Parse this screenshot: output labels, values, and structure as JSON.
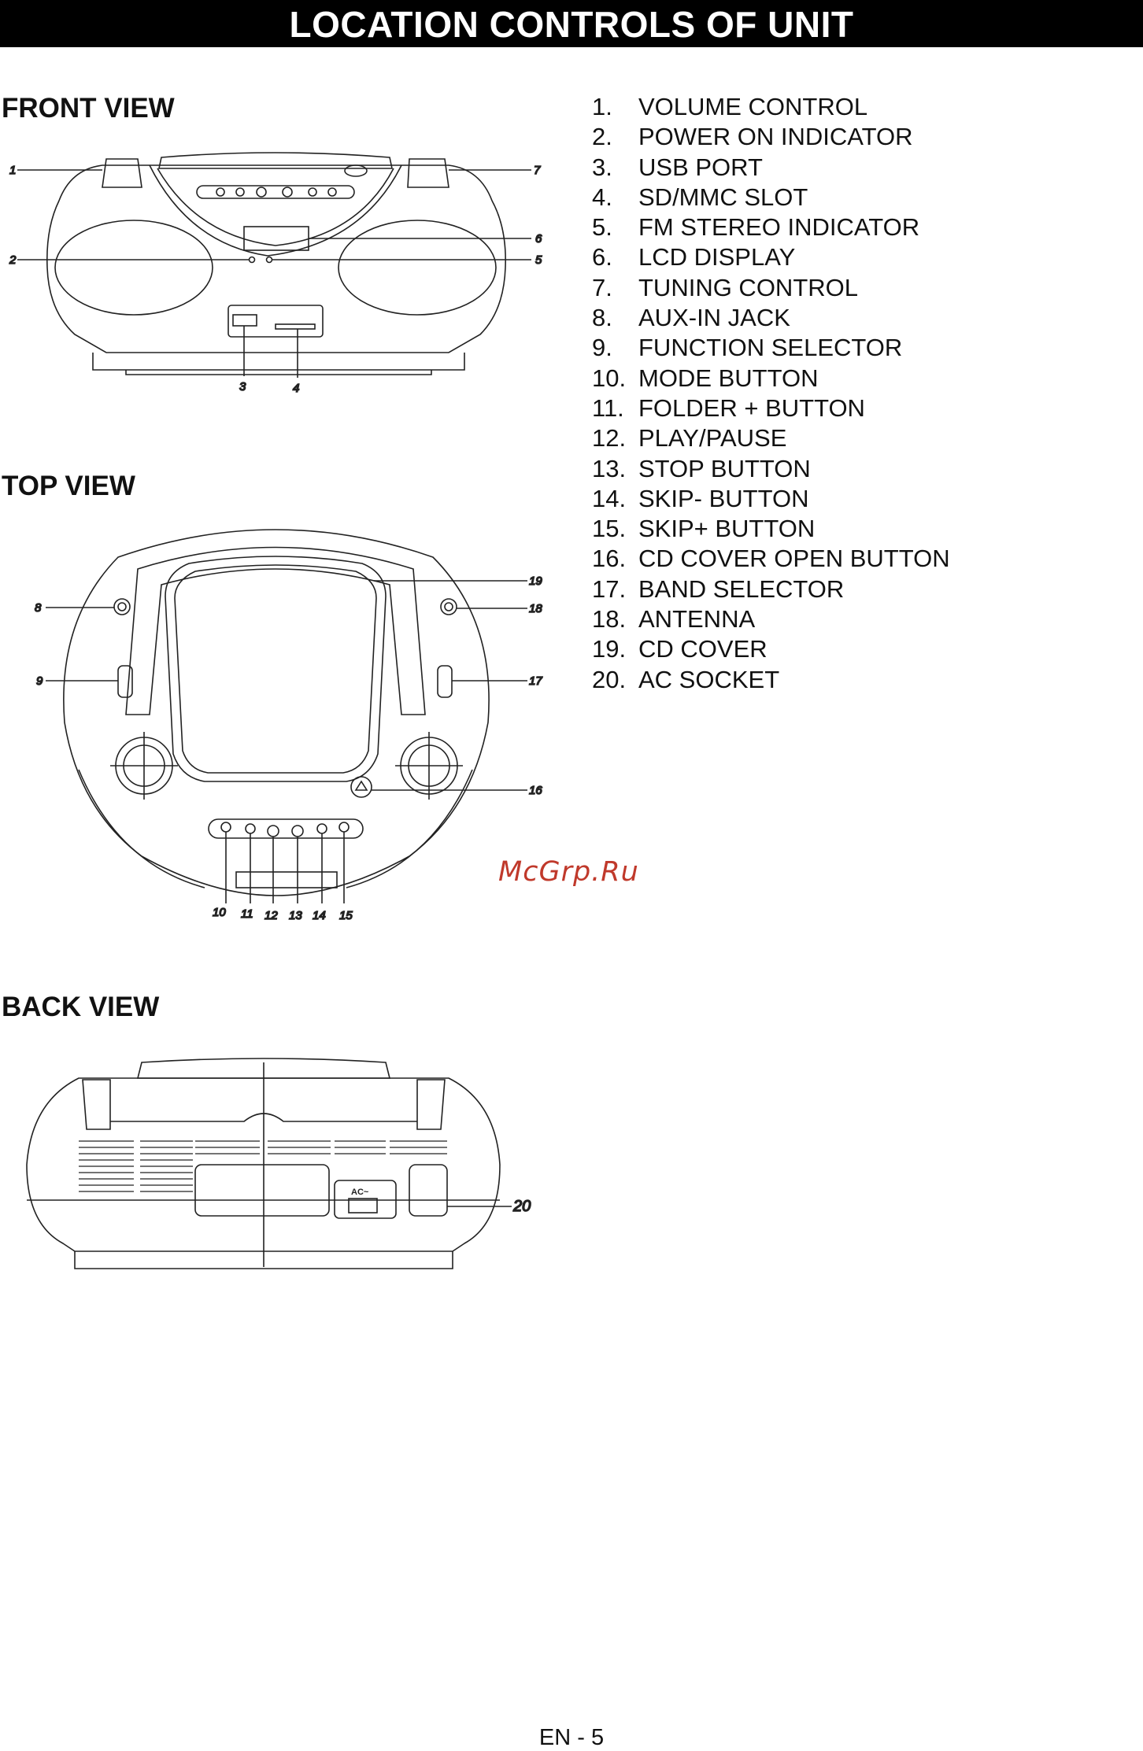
{
  "header": {
    "title": "LOCATION CONTROLS OF UNIT"
  },
  "sections": {
    "front": "FRONT VIEW",
    "top": "TOP VIEW",
    "back": "BACK VIEW"
  },
  "parts": [
    {
      "num": "1.",
      "label": "VOLUME CONTROL"
    },
    {
      "num": "2.",
      "label": "POWER ON INDICATOR"
    },
    {
      "num": "3.",
      "label": "USB PORT"
    },
    {
      "num": "4.",
      "label": "SD/MMC SLOT"
    },
    {
      "num": "5.",
      "label": "FM STEREO INDICATOR"
    },
    {
      "num": "6.",
      "label": "LCD DISPLAY"
    },
    {
      "num": "7.",
      "label": "TUNING CONTROL"
    },
    {
      "num": "8.",
      "label": "AUX-IN JACK"
    },
    {
      "num": "9.",
      "label": "FUNCTION SELECTOR"
    },
    {
      "num": "10.",
      "label": "MODE BUTTON"
    },
    {
      "num": "11.",
      "label": "FOLDER + BUTTON"
    },
    {
      "num": "12.",
      "label": "PLAY/PAUSE"
    },
    {
      "num": "13.",
      "label": "STOP BUTTON"
    },
    {
      "num": "14.",
      "label": "SKIP- BUTTON"
    },
    {
      "num": "15.",
      "label": "SKIP+ BUTTON"
    },
    {
      "num": "16.",
      "label": "CD COVER OPEN BUTTON"
    },
    {
      "num": "17.",
      "label": "BAND SELECTOR"
    },
    {
      "num": "18.",
      "label": "ANTENNA"
    },
    {
      "num": "19.",
      "label": "CD COVER"
    },
    {
      "num": "20.",
      "label": "AC SOCKET"
    }
  ],
  "callouts": {
    "n1": "1",
    "n2": "2",
    "n3": "3",
    "n4": "4",
    "n5": "5",
    "n6": "6",
    "n7": "7",
    "n8": "8",
    "n9": "9",
    "n10": "10",
    "n11": "11",
    "n12": "12",
    "n13": "13",
    "n14": "14",
    "n15": "15",
    "n16": "16",
    "n17": "17",
    "n18": "18",
    "n19": "19",
    "n20": "20"
  },
  "ac_label": "AC~",
  "watermark": "McGrp.Ru",
  "footer": {
    "page": "EN - 5"
  }
}
